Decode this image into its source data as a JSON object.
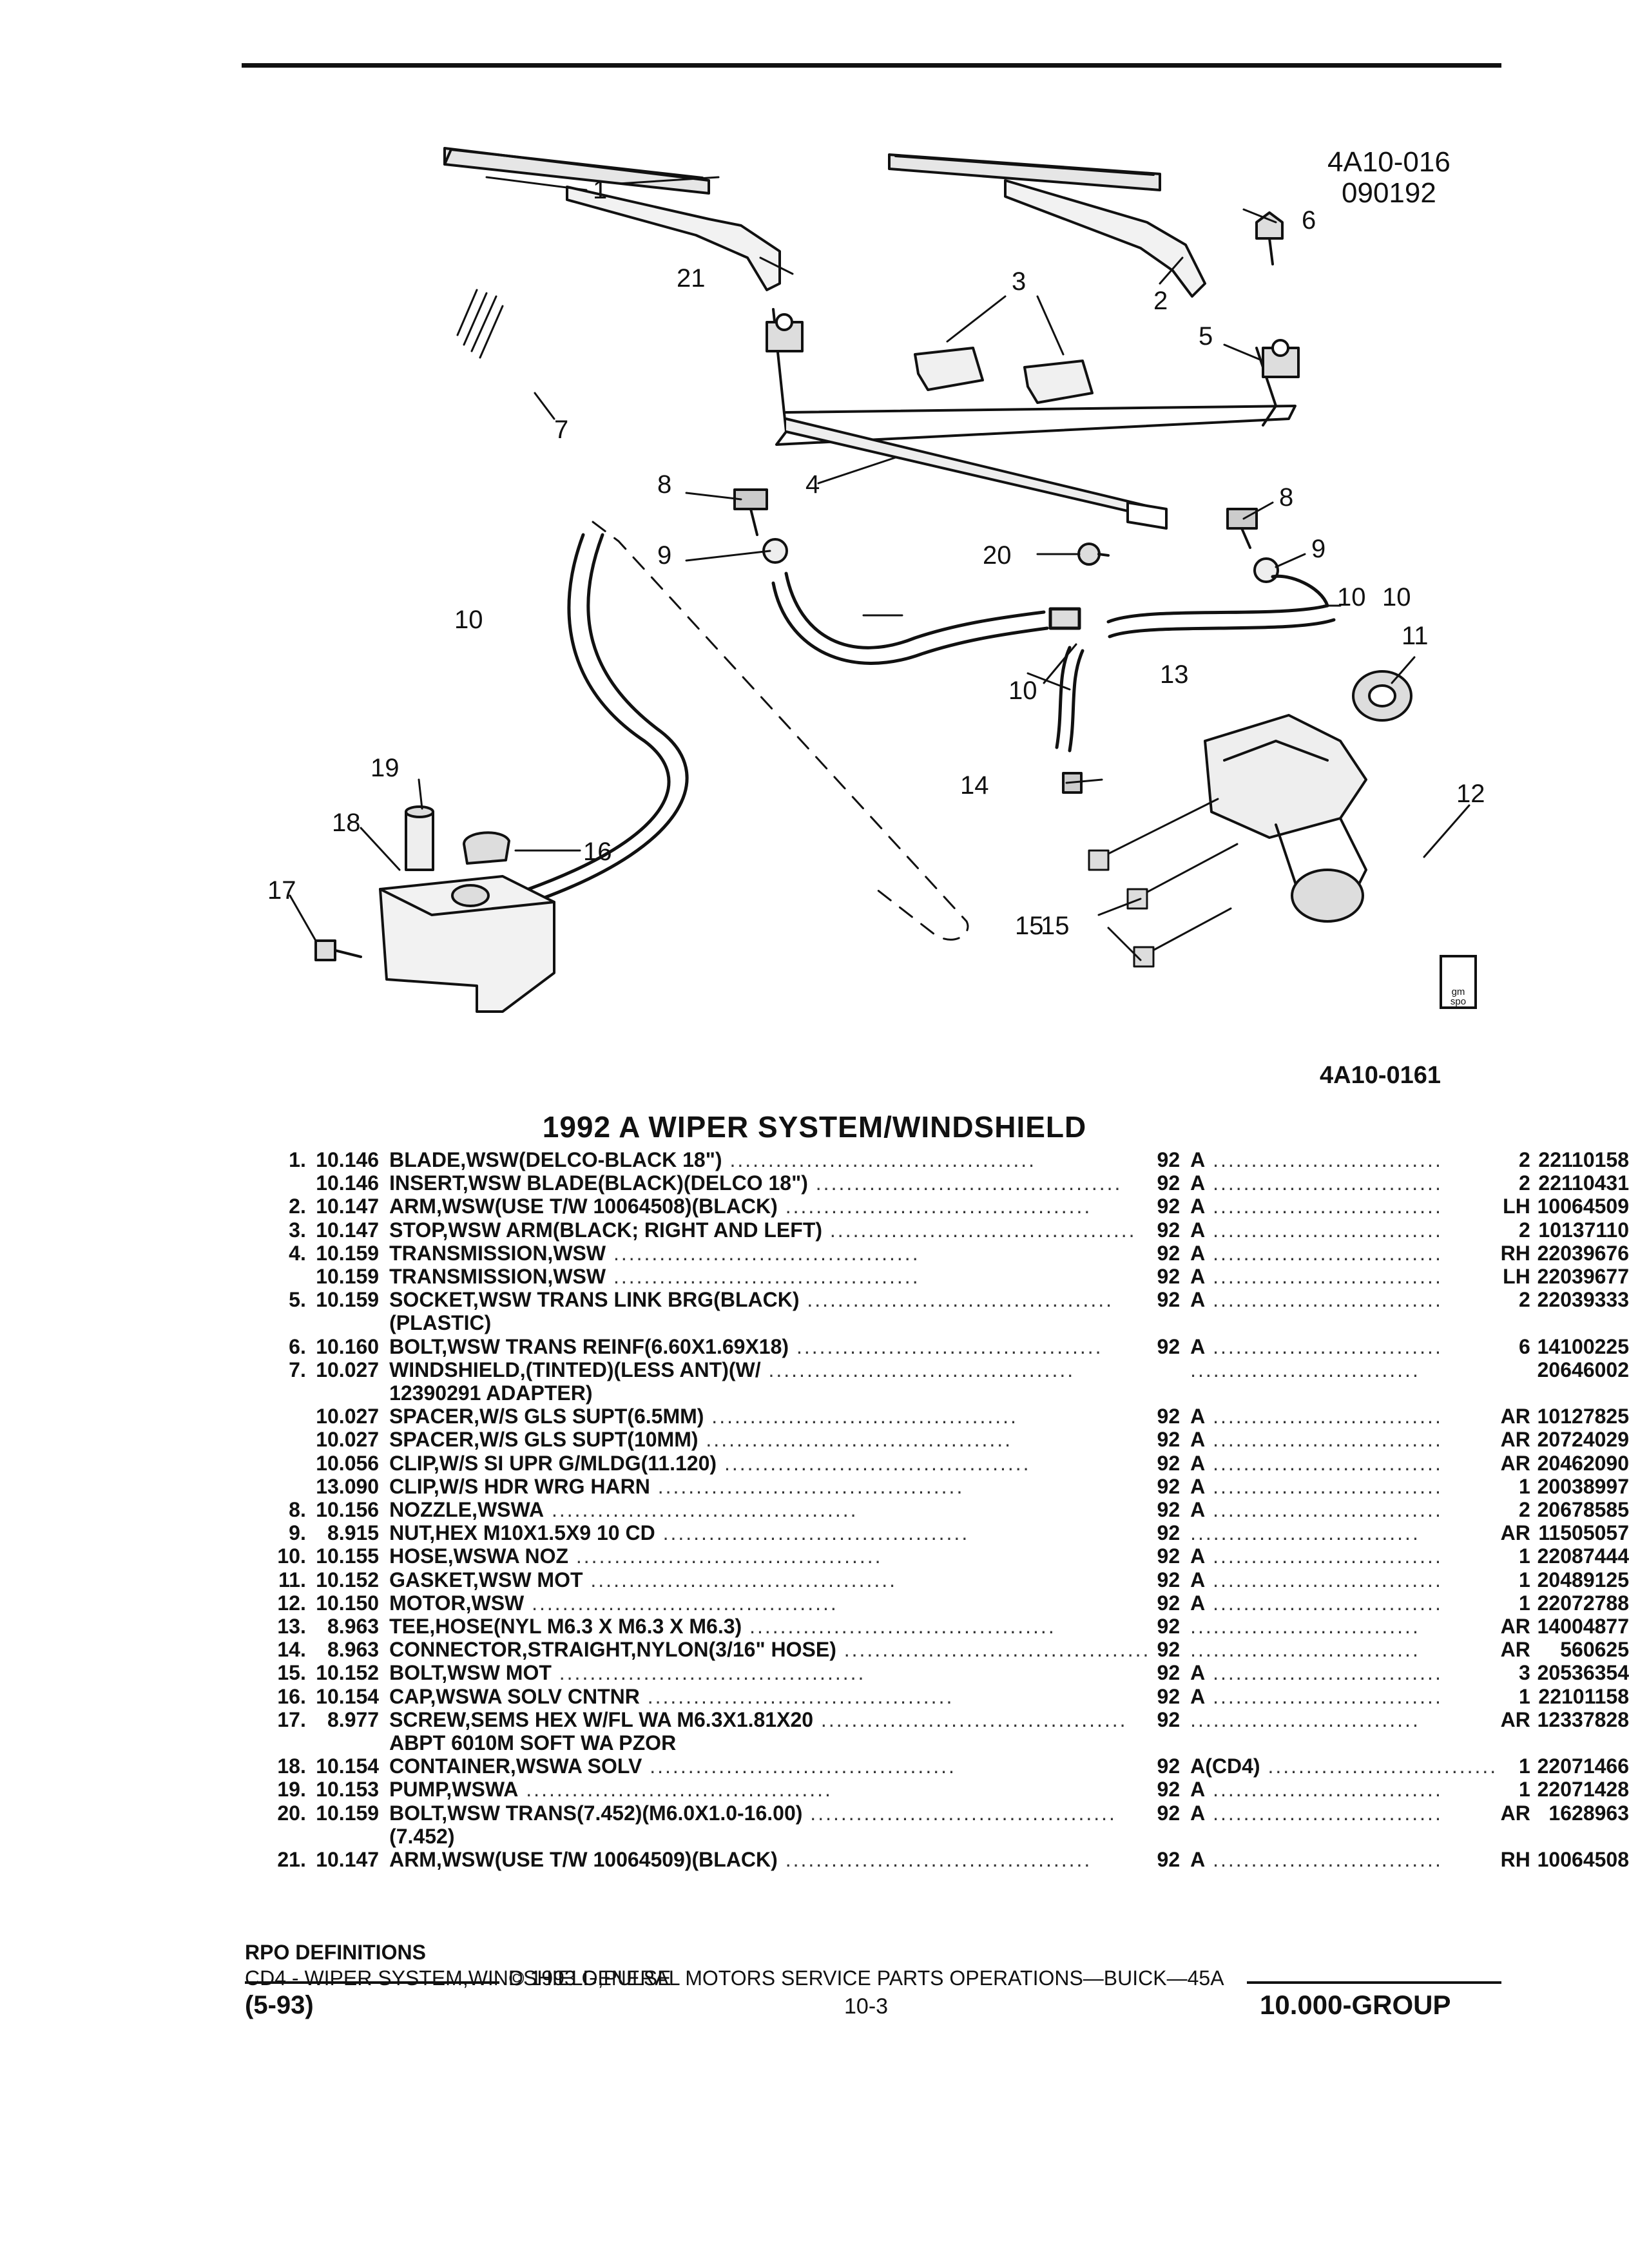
{
  "diagram": {
    "ref_code_line1": "4A10-016",
    "ref_code_line2": "090192",
    "callouts": [
      "1",
      "2",
      "3",
      "4",
      "5",
      "6",
      "7",
      "8",
      "8",
      "9",
      "9",
      "10",
      "10",
      "10",
      "10",
      "11",
      "12",
      "13",
      "14",
      "15",
      "15",
      "16",
      "17",
      "18",
      "19",
      "20",
      "21"
    ],
    "logo_line1": "gm",
    "logo_line2": "spo"
  },
  "fig_code": "4A10-0161",
  "title": "1992 A WIPER SYSTEM/WINDSHIELD",
  "parts": [
    {
      "item": "1.",
      "group": "10.146",
      "name": "BLADE",
      ",desc": "",
      "desc": ",WSW(DELCO-BLACK 18\")",
      "year": "92",
      "series": "A",
      "qty": "2",
      "part": "22110158"
    },
    {
      "item": "",
      "group": "10.146",
      "name": "INSERT",
      "desc": ",WSW BLADE(BLACK)(DELCO 18\")",
      "year": "92",
      "series": "A",
      "qty": "2",
      "part": "22110431"
    },
    {
      "item": "2.",
      "group": "10.147",
      "name": "ARM",
      "desc": ",WSW(USE T/W 10064508)(BLACK)",
      "year": "92",
      "series": "A",
      "qty": "LH",
      "part": "10064509"
    },
    {
      "item": "3.",
      "group": "10.147",
      "name": "STOP",
      "desc": ",WSW ARM(BLACK; RIGHT AND LEFT)",
      "year": "92",
      "series": "A",
      "qty": "2",
      "part": "10137110"
    },
    {
      "item": "4.",
      "group": "10.159",
      "name": "TRANSMISSION",
      "desc": ",WSW",
      "year": "92",
      "series": "A",
      "qty": "RH",
      "part": "22039676"
    },
    {
      "item": "",
      "group": "10.159",
      "name": "TRANSMISSION",
      "desc": ",WSW",
      "year": "92",
      "series": "A",
      "qty": "LH",
      "part": "22039677"
    },
    {
      "item": "5.",
      "group": "10.159",
      "name": "SOCKET",
      "desc": ",WSW TRANS LINK BRG(BLACK)",
      "year": "92",
      "series": "A",
      "qty": "2",
      "part": "22039333"
    },
    {
      "item": "",
      "group": "",
      "name": "",
      "desc": "(PLASTIC)",
      "year": "",
      "series": "",
      "qty": "",
      "part": ""
    },
    {
      "item": "6.",
      "group": "10.160",
      "name": "BOLT",
      "desc": ",WSW TRANS REINF(6.60X1.69X18)",
      "year": "92",
      "series": "A",
      "qty": "6",
      "part": "14100225"
    },
    {
      "item": "7.",
      "group": "10.027",
      "name": "WINDSHIELD",
      "desc": ",(TINTED)(LESS ANT)(W/",
      "year": "",
      "series": "",
      "qty": "",
      "part": "20646002"
    },
    {
      "item": "",
      "group": "",
      "name": "",
      "desc": "12390291 ADAPTER)",
      "year": "",
      "series": "",
      "qty": "",
      "part": ""
    },
    {
      "item": "",
      "group": "10.027",
      "name": "SPACER",
      "desc": ",W/S GLS SUPT(6.5MM)",
      "year": "92",
      "series": "A",
      "qty": "AR",
      "part": "10127825"
    },
    {
      "item": "",
      "group": "10.027",
      "name": "SPACER",
      "desc": ",W/S GLS SUPT(10MM)",
      "year": "92",
      "series": "A",
      "qty": "AR",
      "part": "20724029"
    },
    {
      "item": "",
      "group": "10.056",
      "name": "CLIP",
      "desc": ",W/S SI UPR G/MLDG(11.120)",
      "year": "92",
      "series": "A",
      "qty": "AR",
      "part": "20462090"
    },
    {
      "item": "",
      "group": "13.090",
      "name": "CLIP",
      "desc": ",W/S HDR WRG HARN",
      "year": "92",
      "series": "A",
      "qty": "1",
      "part": "20038997"
    },
    {
      "item": "8.",
      "group": "10.156",
      "name": "NOZZLE",
      "desc": ",WSWA",
      "year": "92",
      "series": "A",
      "qty": "2",
      "part": "20678585"
    },
    {
      "item": "9.",
      "group": "8.915",
      "name": "NUT",
      "desc": ",HEX M10X1.5X9 10 CD",
      "year": "92",
      "series": "",
      "qty": "AR",
      "part": "11505057"
    },
    {
      "item": "10.",
      "group": "10.155",
      "name": "HOSE",
      "desc": ",WSWA NOZ",
      "year": "92",
      "series": "A",
      "qty": "1",
      "part": "22087444"
    },
    {
      "item": "11.",
      "group": "10.152",
      "name": "GASKET",
      "desc": ",WSW MOT",
      "year": "92",
      "series": "A",
      "qty": "1",
      "part": "20489125"
    },
    {
      "item": "12.",
      "group": "10.150",
      "name": "MOTOR",
      "desc": ",WSW",
      "year": "92",
      "series": "A",
      "qty": "1",
      "part": "22072788"
    },
    {
      "item": "13.",
      "group": "8.963",
      "name": "TEE",
      "desc": ",HOSE(NYL M6.3 X M6.3 X M6.3)",
      "year": "92",
      "series": "",
      "qty": "AR",
      "part": "14004877"
    },
    {
      "item": "14.",
      "group": "8.963",
      "name": "CONNECTOR",
      "desc": ",STRAIGHT,NYLON(3/16\" HOSE)",
      "year": "92",
      "series": "",
      "qty": "AR",
      "part": "560625"
    },
    {
      "item": "15.",
      "group": "10.152",
      "name": "BOLT",
      "desc": ",WSW MOT",
      "year": "92",
      "series": "A",
      "qty": "3",
      "part": "20536354"
    },
    {
      "item": "16.",
      "group": "10.154",
      "name": "CAP",
      "desc": ",WSWA SOLV CNTNR",
      "year": "92",
      "series": "A",
      "qty": "1",
      "part": "22101158"
    },
    {
      "item": "17.",
      "group": "8.977",
      "name": "SCREW",
      "desc": ",SEMS HEX W/FL WA M6.3X1.81X20",
      "year": "92",
      "series": "",
      "qty": "AR",
      "part": "12337828"
    },
    {
      "item": "",
      "group": "",
      "name": "",
      "desc": "ABPT 6010M SOFT WA PZOR",
      "year": "",
      "series": "",
      "qty": "",
      "part": ""
    },
    {
      "item": "18.",
      "group": "10.154",
      "name": "CONTAINER",
      "desc": ",WSWA SOLV",
      "year": "92",
      "series": "A(CD4)",
      "qty": "1",
      "part": "22071466"
    },
    {
      "item": "19.",
      "group": "10.153",
      "name": "PUMP",
      "desc": ",WSWA",
      "year": "92",
      "series": "A",
      "qty": "1",
      "part": "22071428"
    },
    {
      "item": "20.",
      "group": "10.159",
      "name": "BOLT",
      "desc": ",WSW TRANS(7.452)(M6.0X1.0-16.00)",
      "year": "92",
      "series": "A",
      "qty": "AR",
      "part": "1628963"
    },
    {
      "item": "",
      "group": "",
      "name": "",
      "desc": "(7.452)",
      "year": "",
      "series": "",
      "qty": "",
      "part": ""
    },
    {
      "item": "21.",
      "group": "10.147",
      "name": "ARM",
      "desc": ",WSW(USE T/W 10064509)(BLACK)",
      "year": "92",
      "series": "A",
      "qty": "RH",
      "part": "10064508"
    }
  ],
  "rpo": {
    "heading": "RPO DEFINITIONS",
    "line": "CD4 - WIPER SYSTEM,WINDSHIELD,PULSE"
  },
  "footer": {
    "copyright": "© 1993 GENERAL MOTORS SERVICE PARTS OPERATIONS—BUICK—45A",
    "date_code": "(5-93)",
    "page": "10-3",
    "group": "10.000-GROUP"
  }
}
